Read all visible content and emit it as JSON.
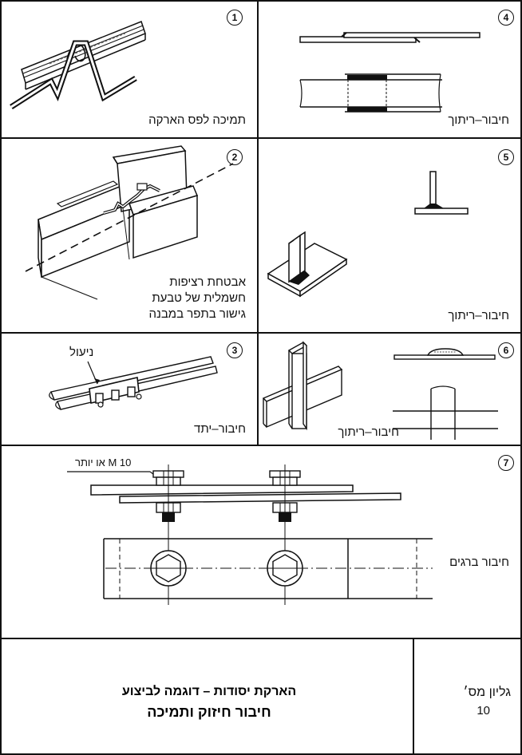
{
  "panels": {
    "p1": {
      "number": "1",
      "caption": "תמיכה לפס הארקה"
    },
    "p2": {
      "number": "2",
      "caption_line1": "אבטחת רציפות",
      "caption_line2": "חשמלית של טבעת",
      "caption_line3": "גישור בתפר במבנה"
    },
    "p3": {
      "number": "3",
      "caption": "חיבור–יתד",
      "callout": "ניעול"
    },
    "p4": {
      "number": "4",
      "caption": "חיבור–ריתוך"
    },
    "p5": {
      "number": "5",
      "caption": "חיבור–ריתוך"
    },
    "p6": {
      "number": "6",
      "caption": "חיבור–ריתוך"
    },
    "p7": {
      "number": "7",
      "caption": "חיבור ברגים",
      "callout": "M 10 או יותר"
    }
  },
  "footer": {
    "title_line1": "הארקת יסודות – דוגמה לביצוע",
    "title_line2": "חיבור חיזוק ותמיכה",
    "sheet_label": "גליון מס׳",
    "sheet_number": "10"
  }
}
